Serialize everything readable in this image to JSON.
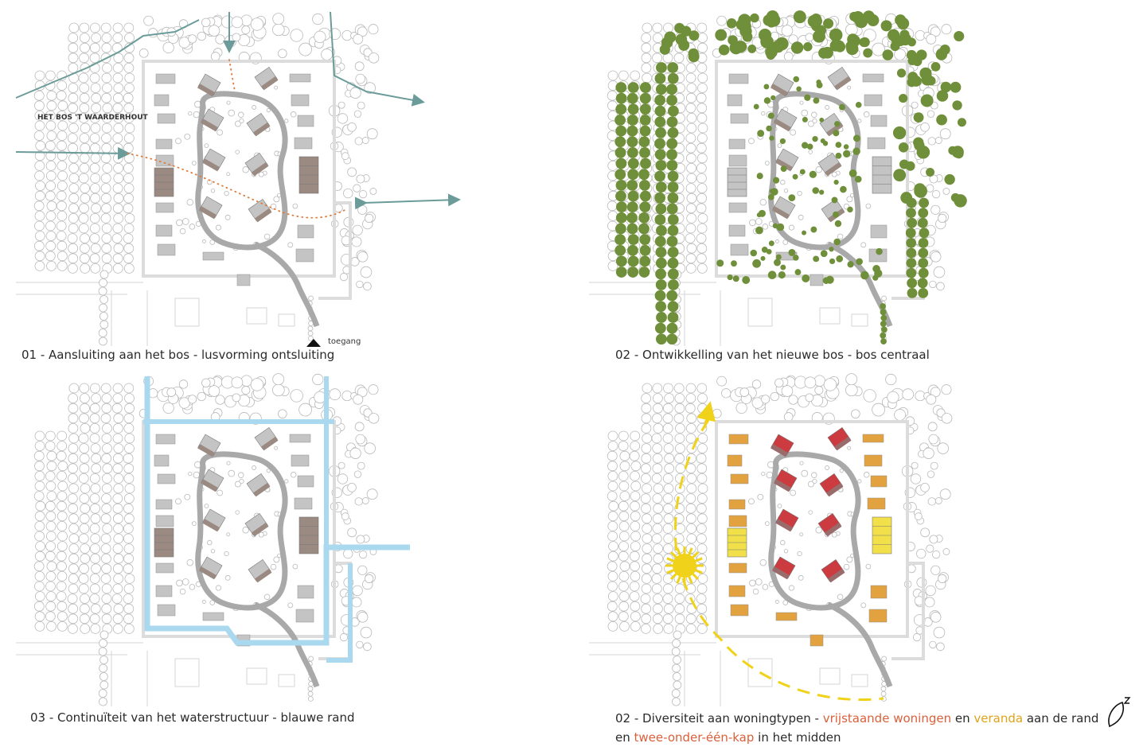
{
  "panels": [
    {
      "caption": "01 - Aansluiting aan het bos - lusvorming ontsluiting",
      "forest_label": "HET BOS 'T WAARDERHOUT",
      "entrance_label": "toegang"
    },
    {
      "caption": "02 - Ontwikkelling van het nieuwe bos - bos centraal"
    },
    {
      "caption": "03 - Continuïteit van het waterstructuur - blauwe rand"
    },
    {
      "caption_parts": [
        {
          "text": "02 - Diversiteit aan woningtypen - ",
          "style": "plain"
        },
        {
          "text": "vrijstaande woningen",
          "style": "red"
        },
        {
          "text": " en ",
          "style": "plain"
        },
        {
          "text": "veranda",
          "style": "yellow"
        },
        {
          "text": " aan de rand",
          "style": "plain"
        }
      ],
      "caption_line2_parts": [
        {
          "text": "en ",
          "style": "plain"
        },
        {
          "text": "twee-onder-één-kap",
          "style": "red"
        },
        {
          "text": " in het midden",
          "style": "plain"
        }
      ]
    }
  ],
  "colors": {
    "tree_outline": "#b9b9b9",
    "road": "#a9a9a9",
    "house_grey": "#c4c4c4",
    "house_brown": "#9a8a82",
    "green_tree": "#6f8f3a",
    "water_blue": "#a9d8ef",
    "flow_arrow": "#6b9c9a",
    "path_dots": "#e07a3a",
    "orange_house": "#e3a240",
    "red_house": "#cc3b3f",
    "yellow_house": "#f1e04a",
    "sun": "#f0d21a"
  },
  "icons": [
    "sun-icon",
    "north-arrow-icon",
    "entrance-arrow-icon"
  ]
}
